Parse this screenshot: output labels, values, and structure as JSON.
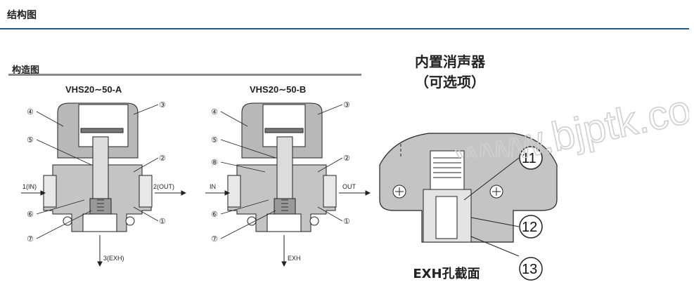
{
  "header": {
    "title": "结构图"
  },
  "section": {
    "title": "构造图"
  },
  "diagram_a": {
    "label": "VHS20∼50-A",
    "port_in": "1(IN)",
    "port_out": "2(OUT)",
    "port_exh": "3(EXH)",
    "callouts": [
      "④",
      "③",
      "⑤",
      "②",
      "⑥",
      "①",
      "⑦"
    ]
  },
  "diagram_b": {
    "label": "VHS20∼50-B",
    "port_in": "IN",
    "port_out": "OUT",
    "port_exh": "EXH",
    "callouts": [
      "④",
      "③",
      "⑤",
      "⑧",
      "②",
      "⑥",
      "①",
      "⑦"
    ]
  },
  "detail": {
    "title_line1": "内置消声器",
    "title_line2": "（可选项）",
    "caption": "EXH孔截面",
    "callouts": [
      "11",
      "12",
      "13"
    ]
  },
  "watermark": {
    "text": "www.bjptk.com"
  }
}
